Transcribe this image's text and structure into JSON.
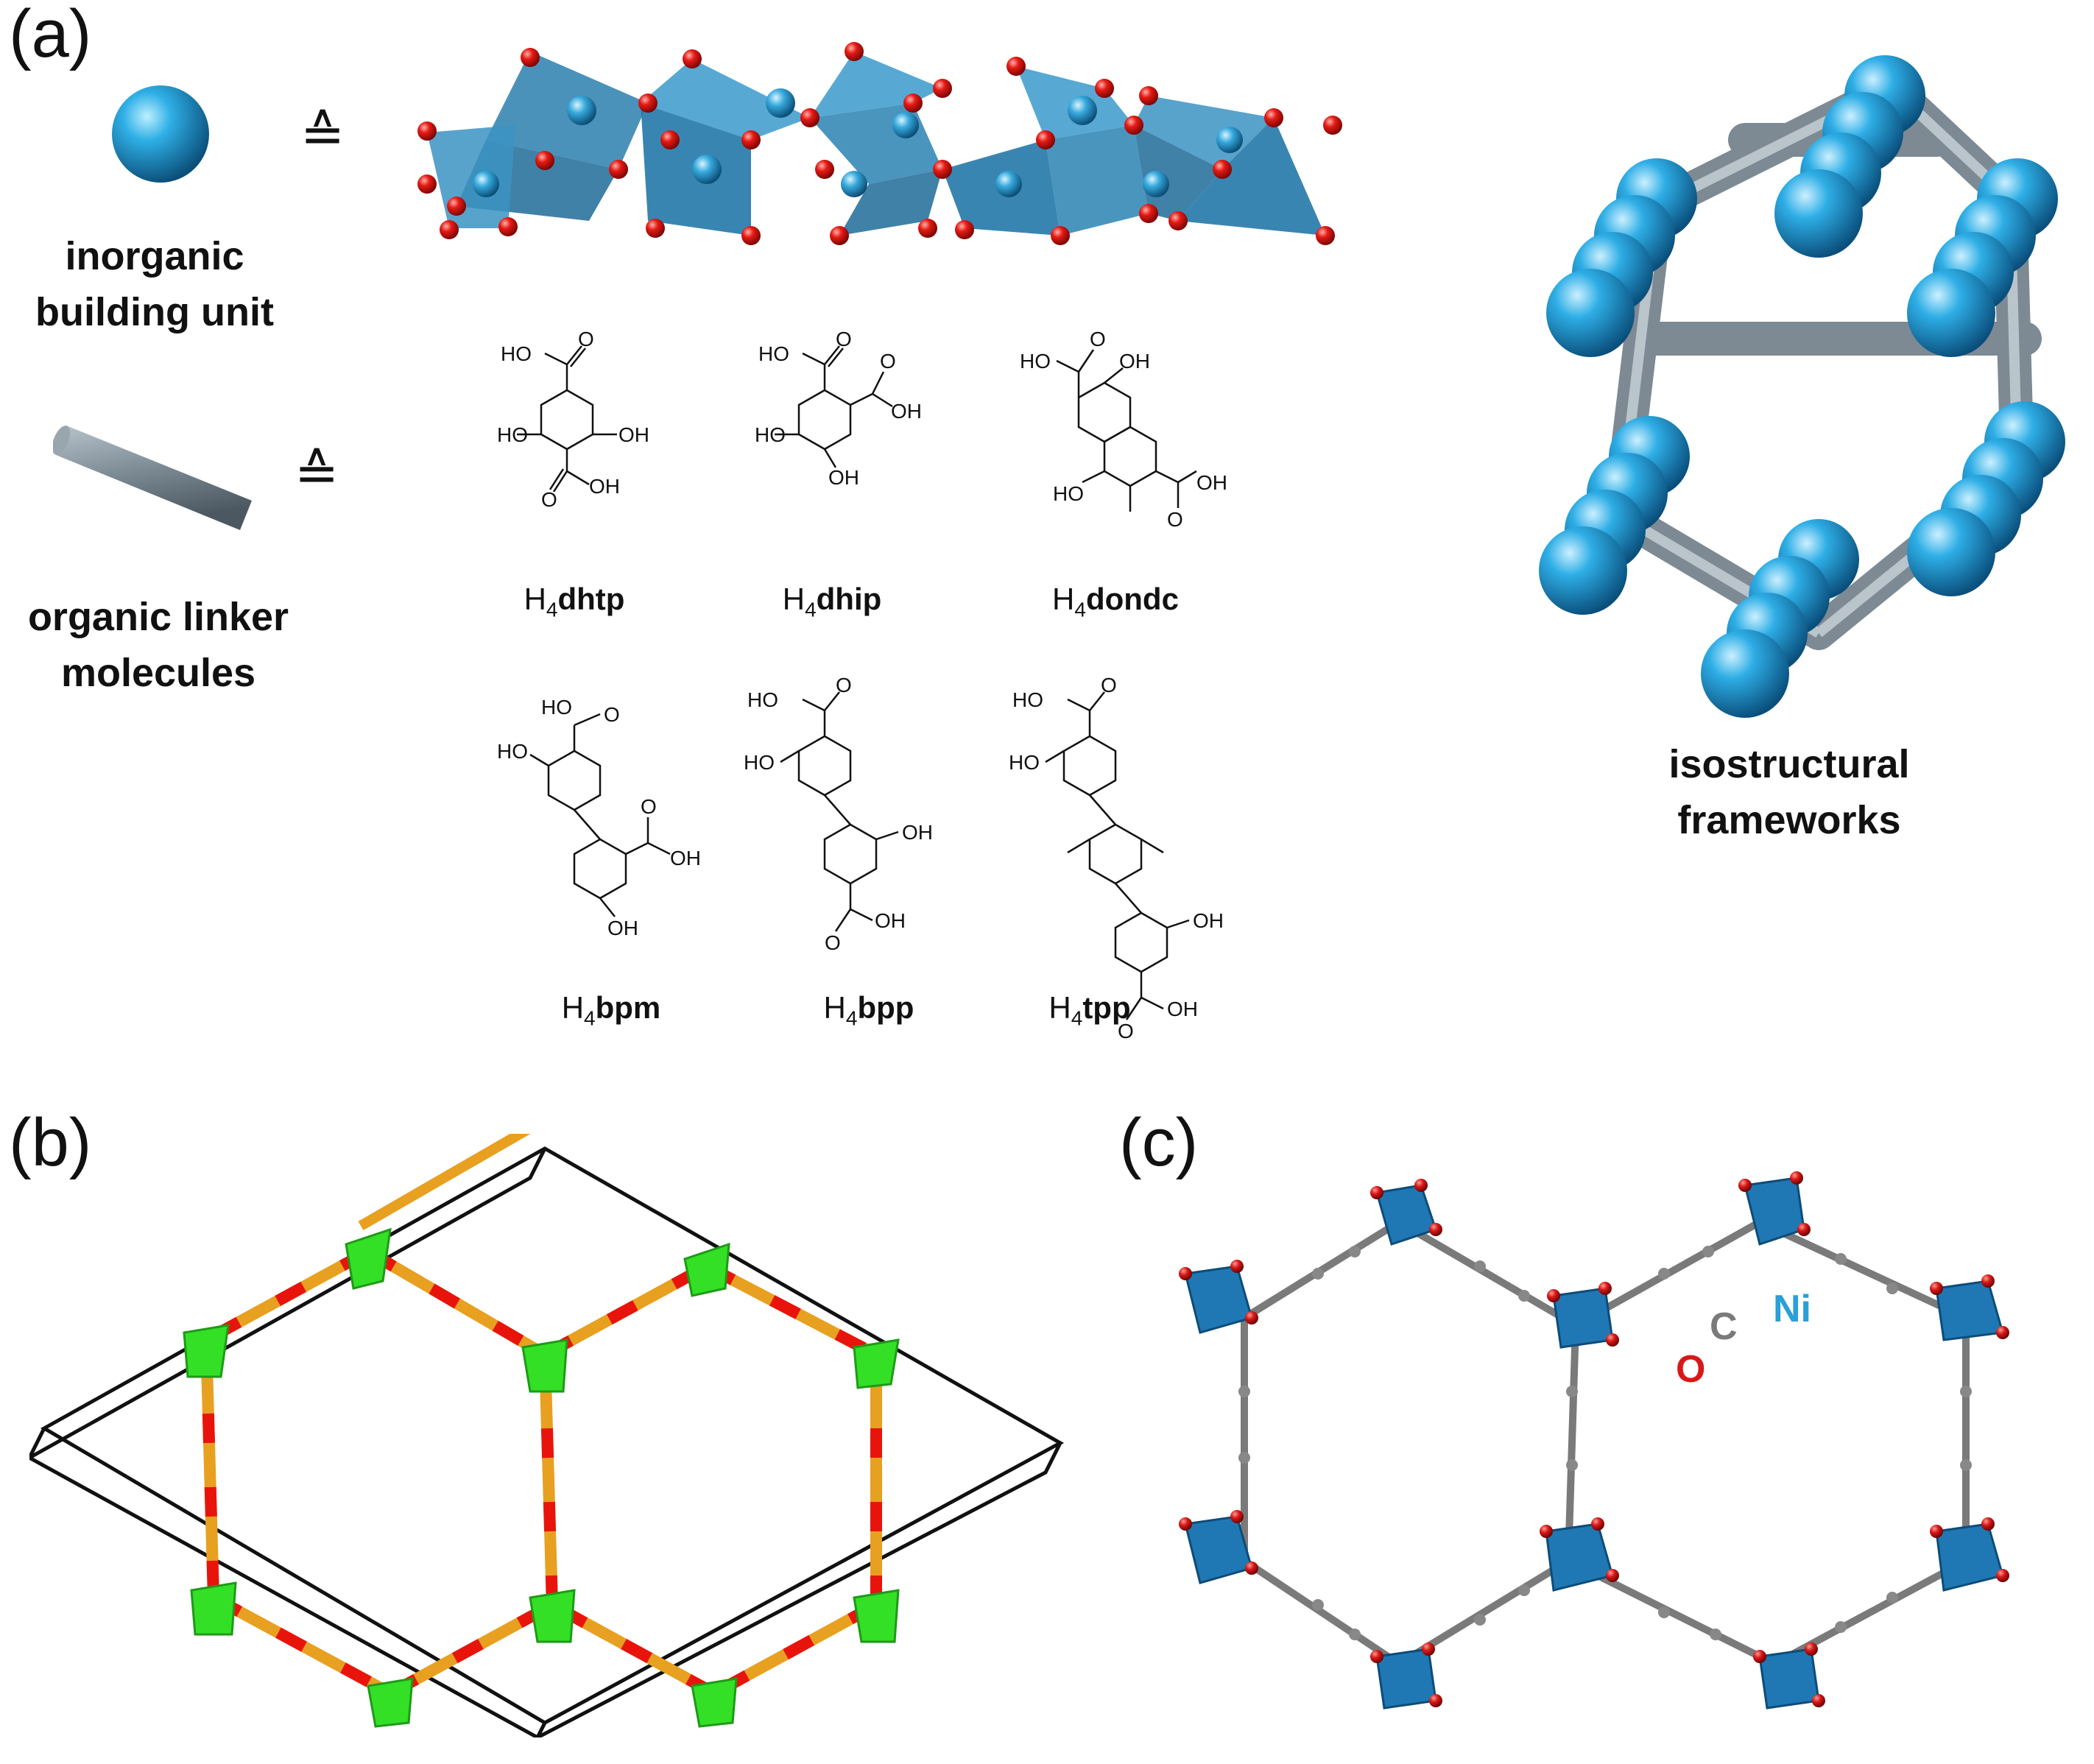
{
  "panels": {
    "a": "(a)",
    "b": "(b)",
    "c": "(c)"
  },
  "legend_a": {
    "approx_symbol": "≙",
    "inorganic_line1": "inorganic",
    "inorganic_line2": "building unit",
    "organic_line1": "organic linker",
    "organic_line2": "molecules",
    "frameworks_line1": "isostructural",
    "frameworks_line2": "frameworks"
  },
  "linkers": [
    {
      "prefix": "H",
      "sub": "4",
      "name": "dhtp"
    },
    {
      "prefix": "H",
      "sub": "4",
      "name": "dhip"
    },
    {
      "prefix": "H",
      "sub": "4",
      "name": "dondc"
    },
    {
      "prefix": "H",
      "sub": "4",
      "name": "bpm"
    },
    {
      "prefix": "H",
      "sub": "4",
      "name": "bpp"
    },
    {
      "prefix": "H",
      "sub": "4",
      "name": "tpp"
    }
  ],
  "atom_labels": {
    "HO": "HO",
    "OH": "OH",
    "O": "O"
  },
  "legend_c": {
    "O": "O",
    "C": "C",
    "Ni": "Ni"
  },
  "colors": {
    "ni_blue": "#2a9fd8",
    "oxygen_red": "#d81818",
    "carbon_grey": "#7a7a7a",
    "rod_grey": "#8c9aa3",
    "polyhedron_green": "#33e026",
    "link_orange": "#e8a020",
    "link_red": "#e8140c"
  }
}
